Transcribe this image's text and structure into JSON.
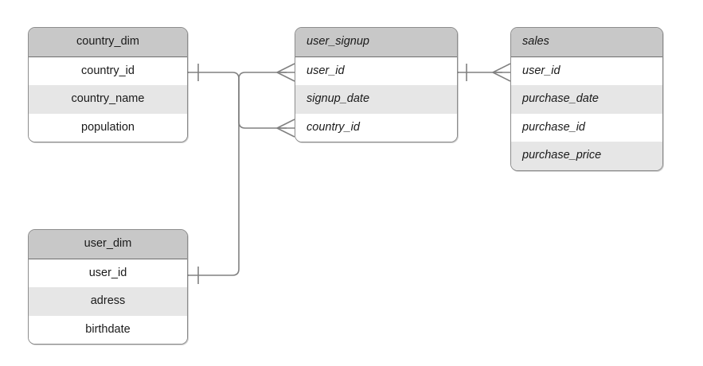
{
  "diagram": {
    "type": "entity-relationship-diagram",
    "notation": "crow's foot",
    "background": "#ffffff",
    "header_fill": "#c8c8c8",
    "row_tint": "#e6e6e6",
    "row_plain": "#ffffff",
    "border_color": "#8c8c8c",
    "line_color": "#808080"
  },
  "entities": [
    {
      "id": "country_dim",
      "title": "country_dim",
      "text_style": "center",
      "fields": [
        {
          "label": "country_id",
          "tint": false
        },
        {
          "label": "country_name",
          "tint": true
        },
        {
          "label": "population",
          "tint": false
        }
      ]
    },
    {
      "id": "user_signup",
      "title": "user_signup",
      "text_style": "italic",
      "fields": [
        {
          "label": "user_id",
          "tint": false
        },
        {
          "label": "signup_date",
          "tint": true
        },
        {
          "label": "country_id",
          "tint": false
        }
      ]
    },
    {
      "id": "sales",
      "title": "sales",
      "text_style": "italic",
      "fields": [
        {
          "label": "user_id",
          "tint": false
        },
        {
          "label": "purchase_date",
          "tint": true
        },
        {
          "label": "purchase_id",
          "tint": false
        },
        {
          "label": "purchase_price",
          "tint": true
        }
      ]
    },
    {
      "id": "user_dim",
      "title": "user_dim",
      "text_style": "center",
      "fields": [
        {
          "label": "user_id",
          "tint": false
        },
        {
          "label": "adress",
          "tint": true
        },
        {
          "label": "birthdate",
          "tint": false
        }
      ]
    }
  ],
  "relationships": [
    {
      "id": "country_dim-to-user_signup",
      "from_entity": "country_dim",
      "from_field": "country_id",
      "from_cardinality": "one",
      "to_entity": "user_signup",
      "to_field": "country_id",
      "to_cardinality": "many"
    },
    {
      "id": "user_dim-to-user_signup",
      "from_entity": "user_dim",
      "from_field": "user_id",
      "from_cardinality": "one",
      "to_entity": "user_signup",
      "to_field": "user_id",
      "to_cardinality": "many"
    },
    {
      "id": "user_signup-to-sales",
      "from_entity": "user_signup",
      "from_field": "user_id",
      "from_cardinality": "one",
      "to_entity": "sales",
      "to_field": "user_id",
      "to_cardinality": "many"
    }
  ]
}
